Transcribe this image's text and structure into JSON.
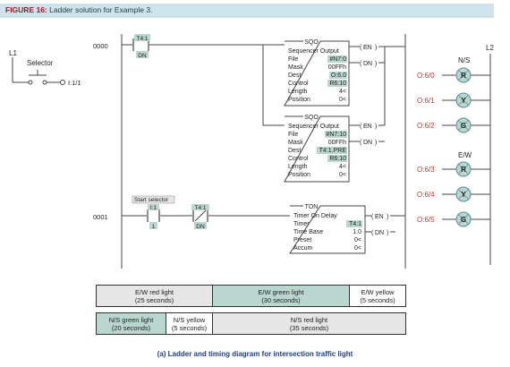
{
  "figure": {
    "number": "FIGURE 16:",
    "title": "Ladder solution for Example 3."
  },
  "rails": {
    "left": "L1",
    "right": "L2"
  },
  "selector": {
    "label": "Selector",
    "address": "I:1/1"
  },
  "rungs": [
    {
      "number": "0000",
      "contact_tag": "T4:1",
      "contact_bit": "DN"
    },
    {
      "number": "0001",
      "contact_label": "Start selector",
      "contact1_tag": "I:1",
      "contact1_bit": "1",
      "contact2_tag": "T4:1",
      "contact2_bit": "DN"
    }
  ],
  "sqo_blocks": [
    {
      "title": "SQO",
      "instruction": "Sequencer Output",
      "rows": [
        {
          "label": "File",
          "value": "#N7:0"
        },
        {
          "label": "Mask",
          "value": "00FFh"
        },
        {
          "label": "Dest",
          "value": "O:6.0"
        },
        {
          "label": "Control",
          "value": "R6:10"
        },
        {
          "label": "Length",
          "value": "4<"
        },
        {
          "label": "Position",
          "value": "0<"
        }
      ],
      "outputs": [
        "EN",
        "DN"
      ]
    },
    {
      "title": "SQO",
      "instruction": "Sequencer Output",
      "rows": [
        {
          "label": "File",
          "value": "#N7:10"
        },
        {
          "label": "Mask",
          "value": "00FFh"
        },
        {
          "label": "Dest",
          "value": "T4:1.PRE"
        },
        {
          "label": "Control",
          "value": "R6:10"
        },
        {
          "label": "Length",
          "value": "4<"
        },
        {
          "label": "Position",
          "value": "0<"
        }
      ],
      "outputs": [
        "EN",
        "DN"
      ]
    }
  ],
  "ton_block": {
    "title": "TON",
    "instruction": "Timer On Delay",
    "rows": [
      {
        "label": "Timer",
        "value": "T4:1"
      },
      {
        "label": "Time Base",
        "value": "1.0"
      },
      {
        "label": "Preset",
        "value": "0<"
      },
      {
        "label": "Accum",
        "value": "0<"
      }
    ],
    "outputs": [
      "EN",
      "DN"
    ]
  },
  "light_groups": [
    {
      "label": "N/S"
    },
    {
      "label": "E/W"
    }
  ],
  "lights": [
    {
      "address": "O:6/0",
      "letter": "R"
    },
    {
      "address": "O:6/1",
      "letter": "Y"
    },
    {
      "address": "O:6/2",
      "letter": "G"
    },
    {
      "address": "O:6/3",
      "letter": "R"
    },
    {
      "address": "O:6/4",
      "letter": "Y"
    },
    {
      "address": "O:6/5",
      "letter": "G"
    }
  ],
  "timing": {
    "ew": [
      {
        "line1": "E/W red light",
        "line2": "(25 seconds)"
      },
      {
        "line1": "E/W green light",
        "line2": "(30 seconds)"
      },
      {
        "line1": "E/W yellow",
        "line2": "(5 seconds)"
      }
    ],
    "ns": [
      {
        "line1": "N/S green light",
        "line2": "(20 seconds)"
      },
      {
        "line1": "N/S yellow",
        "line2": "(5 seconds)"
      },
      {
        "line1": "N/S red light",
        "line2": "(35 seconds)"
      }
    ]
  },
  "caption": "(a) Ladder and timing diagram for intersection traffic light",
  "colors": {
    "highlight": "#b9d6cf",
    "light_fill": "#b9d6cf",
    "light_stroke": "#5b8d9c"
  }
}
